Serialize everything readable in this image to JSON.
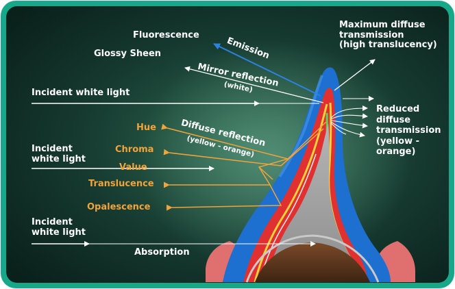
{
  "labels": {
    "fluorescence": "Fluorescence",
    "glossy_sheen": "Glossy Sheen",
    "emission": "Emission",
    "mirror_reflection": "Mirror reflection",
    "mirror_reflection_sub": "(white)",
    "incident_1": "Incident white light",
    "incident_2_line1": "Incident",
    "incident_2_line2": "white light",
    "incident_3_line1": "Incident",
    "incident_3_line2": "white light",
    "max_diffuse_line1": "Maximum diffuse",
    "max_diffuse_line2": "transmission",
    "max_diffuse_line3": "(high translucency)",
    "reduced_line1": "Reduced",
    "reduced_line2": "diffuse",
    "reduced_line3": "transmission",
    "reduced_line4": "(yellow -",
    "reduced_line5": "orange)",
    "diffuse_reflection": "Diffuse reflection",
    "diffuse_reflection_sub": "(yellow - orange)",
    "hue": "Hue",
    "chroma": "Chroma",
    "value": "Value",
    "translucence": "Translucence",
    "opalescence": "Opalescence",
    "absorption": "Absorption"
  },
  "colors": {
    "background_dark": "#0d2a22",
    "background_glow": "#2f6a52",
    "frame": "#17a88a",
    "enamel": "#1d6fd0",
    "enamel_light": "#4b97ea",
    "dentin_red": "#e03030",
    "gum": "#e07070",
    "pulp": "#a3a3a3",
    "accent_orange": "#f2a33a",
    "arrow_white": "#ffffff",
    "emission_blue": "#2b82e0"
  }
}
